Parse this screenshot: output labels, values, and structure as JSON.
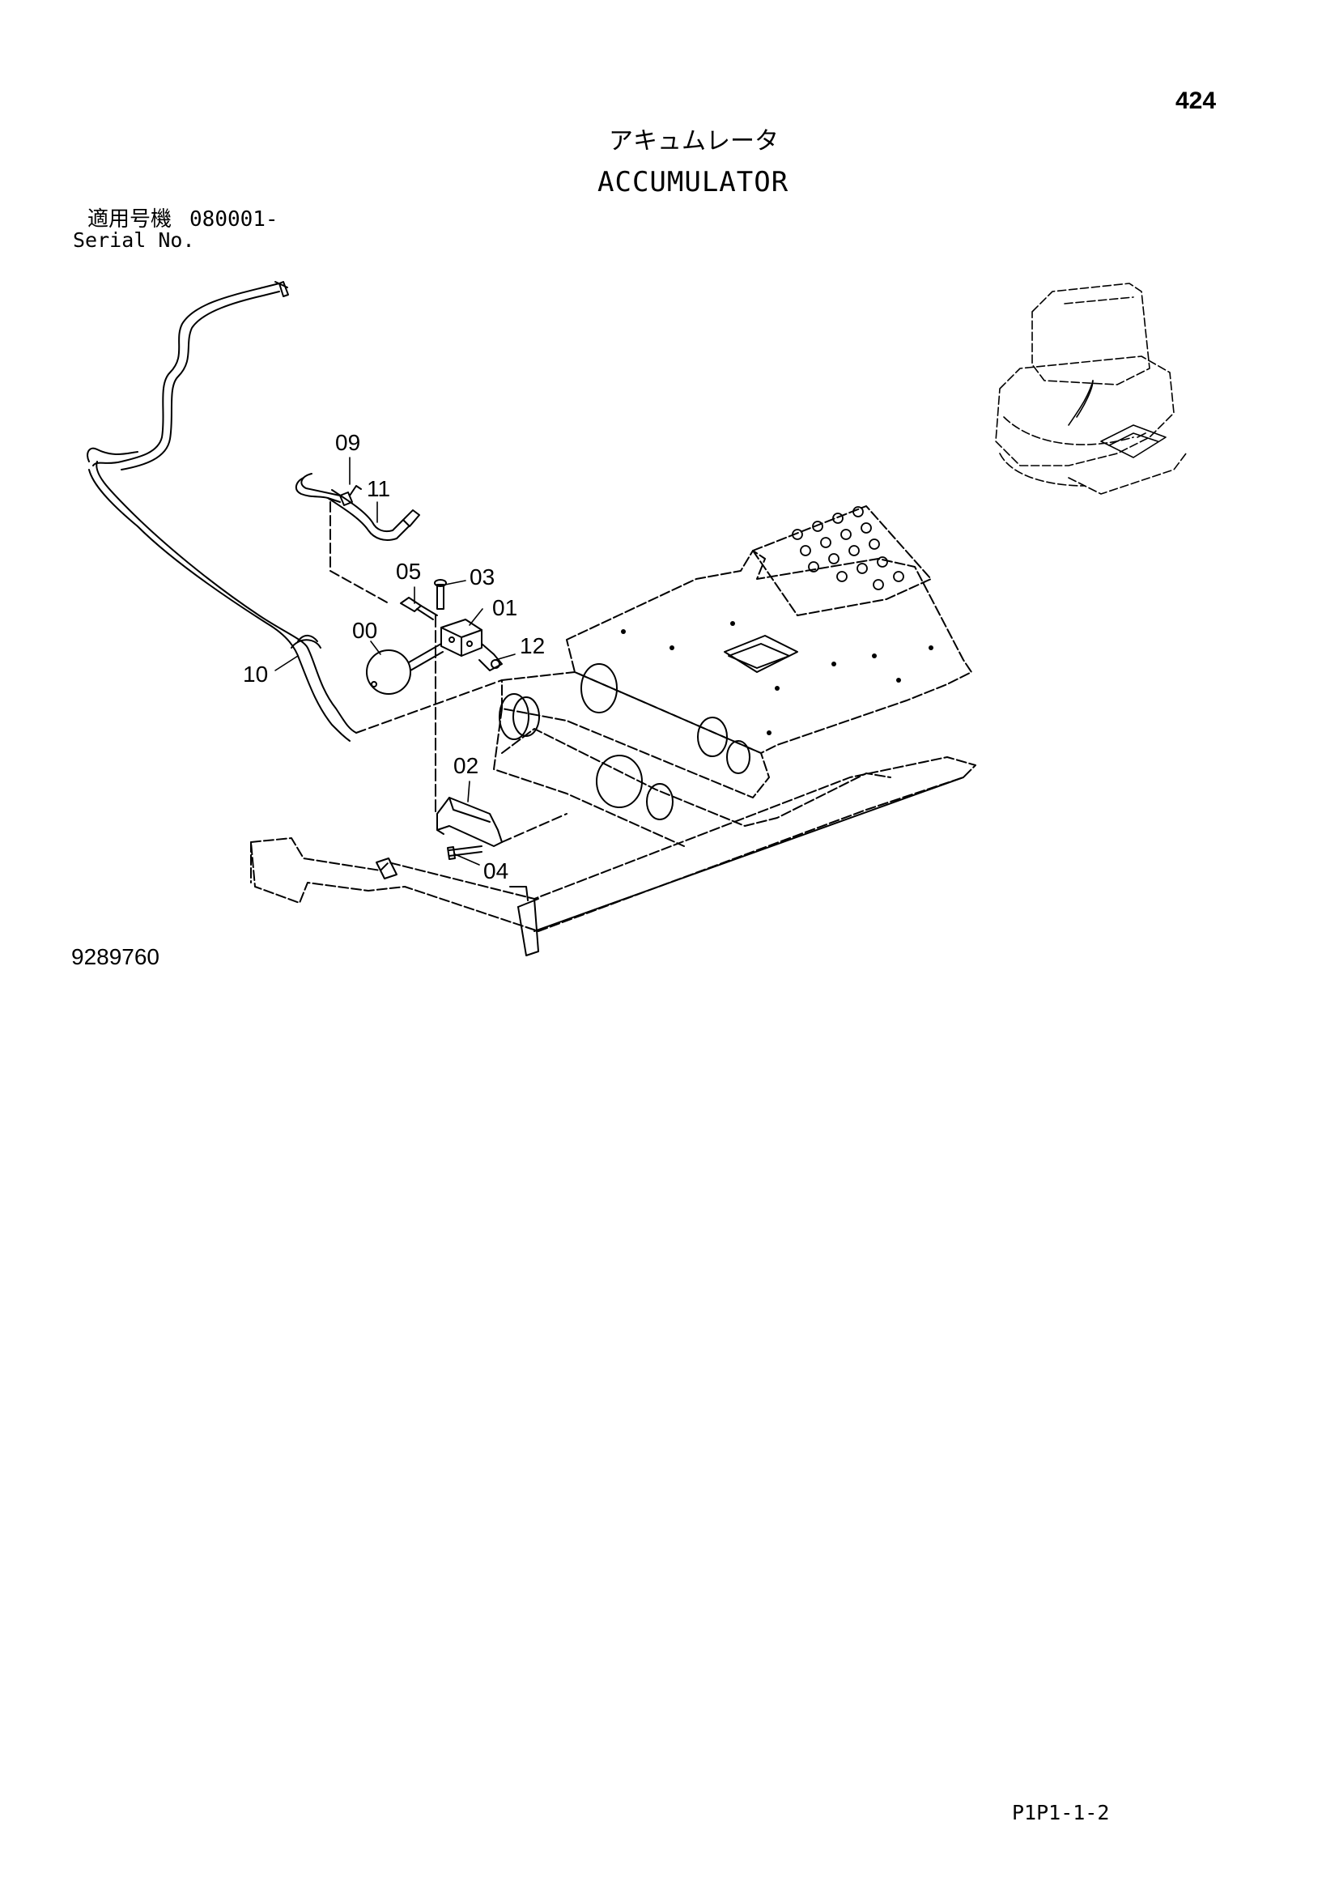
{
  "page_number": "424",
  "title": {
    "jp": "アキュムレータ",
    "en": "ACCUMULATOR"
  },
  "serial": {
    "jp_label": "適用号機",
    "value": "080001-",
    "en_label": "Serial No."
  },
  "drawing_number": "9289760",
  "sheet_code": "P1P1-1-2",
  "callouts": [
    "09",
    "11",
    "05",
    "03",
    "01",
    "00",
    "12",
    "10",
    "02",
    "04"
  ]
}
